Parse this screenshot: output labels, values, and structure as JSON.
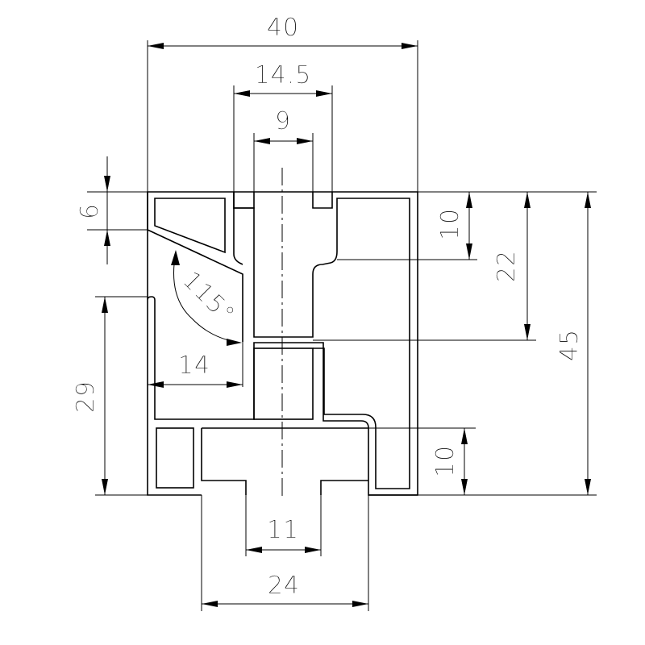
{
  "drawing": {
    "dimensions": {
      "overall_width": "40",
      "slot_width": "14.5",
      "inner_slot_width": "9",
      "top_lip_height": "6",
      "top_slot_depth": "10",
      "slot_cavity_depth": "22",
      "overall_height": "45",
      "angle": "115°",
      "wall_offset": "14",
      "left_height": "29",
      "bottom_flange_height": "10",
      "stem_width": "11",
      "flange_width": "24"
    }
  }
}
